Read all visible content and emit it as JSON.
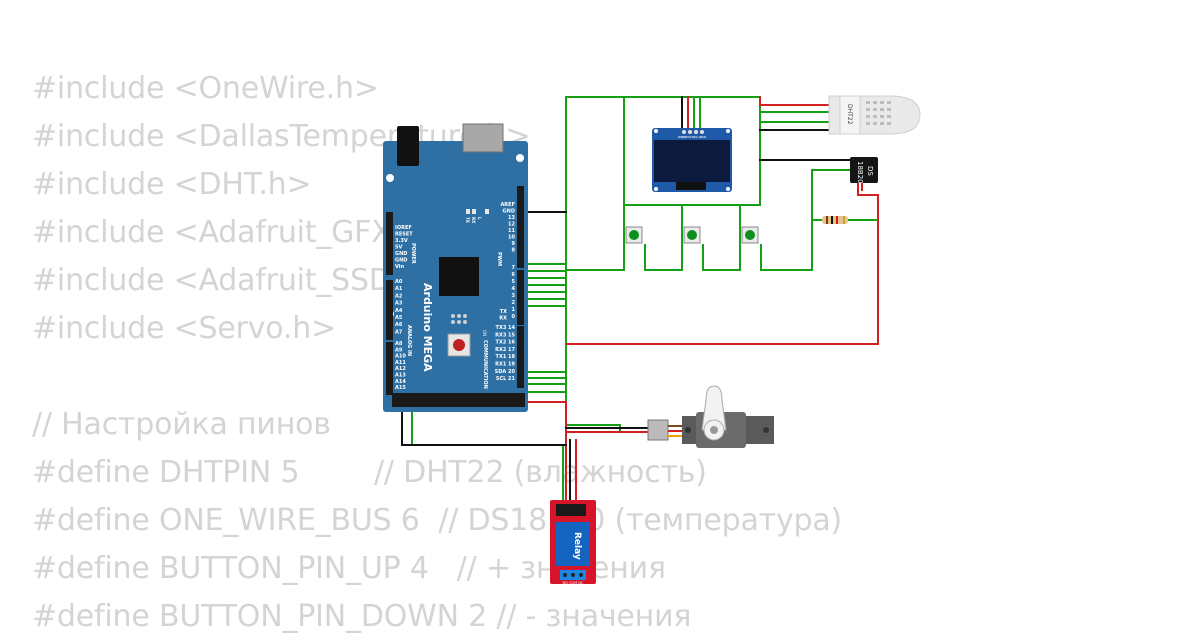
{
  "code_lines": [
    "#include <OneWire.h>",
    "#include <DallasTemperature.h>",
    "#include <DHT.h>",
    "#include <Adafruit_GFX.h>",
    "#include <Adafruit_SSD1306.h>",
    "#include <Servo.h>",
    "",
    "// Настройка пинов",
    "#define DHTPIN 5        // DHT22 (влажность)",
    "#define ONE_WIRE_BUS 6  // DS18B20 (температура)",
    "#define BUTTON_PIN_UP 4   // + значения",
    "#define BUTTON_PIN_DOWN 2 // - значения"
  ],
  "board": {
    "name": "Arduino MEGA",
    "power_labels": [
      "IOREF",
      "RESET",
      "3.3V",
      "5V",
      "GND",
      "GND",
      "Vin"
    ],
    "power_title": "POWER",
    "analog_labels": [
      "A0",
      "A1",
      "A2",
      "A3",
      "A4",
      "A5",
      "A6",
      "A7",
      "A8",
      "A9",
      "A10",
      "A11",
      "A12",
      "A13",
      "A14",
      "A15"
    ],
    "analog_title": "ANALOG IN",
    "top_labels": [
      "AREF",
      "GND",
      "13",
      "12",
      "11",
      "10",
      "9",
      "8"
    ],
    "pwm_title": "PWM",
    "pwm_labels": [
      "7",
      "6",
      "5",
      "4",
      "3",
      "2",
      "1",
      "0"
    ],
    "txrx_labels": [
      "TX",
      "RX"
    ],
    "comm_labels": [
      "TX3 14",
      "RX3 15",
      "TX2 16",
      "RX2 17",
      "TX1 18",
      "RX1 19",
      "SDA 20",
      "SCL 21"
    ],
    "comm_title": "COMMUNICATION",
    "led_labels": [
      "TX",
      "RX",
      "L"
    ],
    "on_label": "ON"
  },
  "oled": {
    "pin_labels": [
      "GND",
      "VCC",
      "SCL",
      "SDA"
    ]
  },
  "dht": {
    "label": "DHT22"
  },
  "ds18b20": {
    "label_line1": "DS",
    "label_line2": "18B20"
  },
  "relay": {
    "label": "Relay",
    "bottom_label": "NO COM NC"
  },
  "colors": {
    "board_blue": "#2e6fa4",
    "wire_green": "#16a016",
    "wire_red": "#d42020",
    "wire_black": "#111111",
    "code_text": "#d4d4d4",
    "oled_screen": "#0b1a3d",
    "relay_red": "#d6142a",
    "button_green": "#0d8f1d"
  },
  "icons": [
    "arduino-mega-board",
    "oled-display",
    "dht22-sensor",
    "ds18b20-sensor",
    "resistor",
    "push-button",
    "servo-motor",
    "relay-module"
  ]
}
